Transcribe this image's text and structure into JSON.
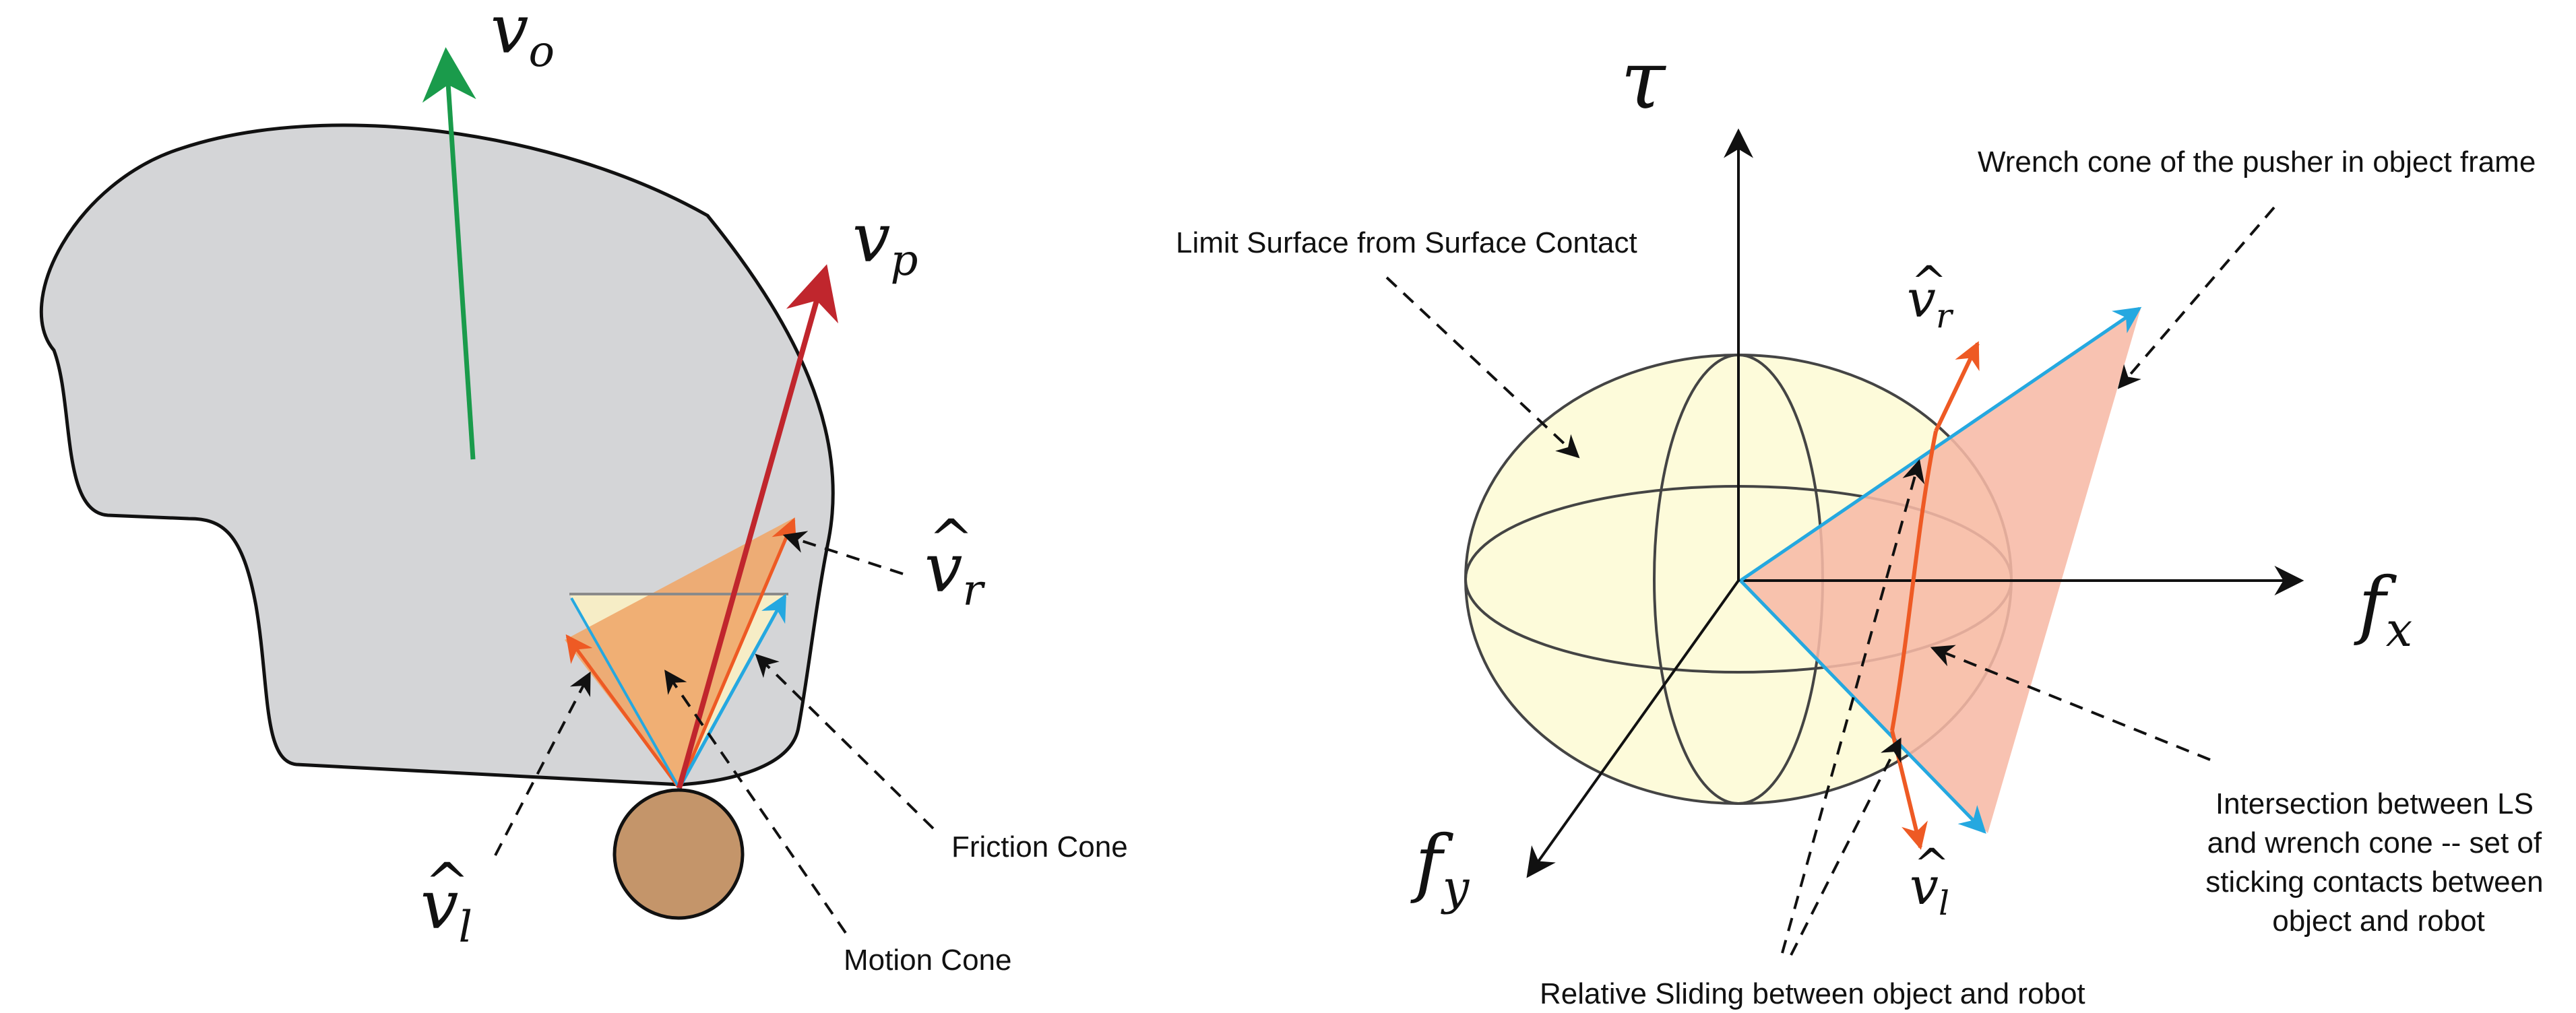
{
  "left_diagram": {
    "labels": {
      "v_o": {
        "base": "v",
        "sub": "o"
      },
      "v_p": {
        "base": "v",
        "sub": "p"
      },
      "v_r_hat": {
        "base": "v",
        "sub": "r",
        "hat": "^"
      },
      "v_l_hat": {
        "base": "v",
        "sub": "l",
        "hat": "^"
      },
      "friction_cone": "Friction Cone",
      "motion_cone": "Motion Cone"
    }
  },
  "right_diagram": {
    "labels": {
      "tau": "τ",
      "f_x": {
        "base": "f",
        "sub": "x"
      },
      "f_y": {
        "base": "f",
        "sub": "y"
      },
      "v_r_hat": {
        "base": "v",
        "sub": "r",
        "hat": "^"
      },
      "v_l_hat": {
        "base": "v",
        "sub": "l",
        "hat": "^"
      },
      "limit_surface": "Limit Surface from Surface Contact",
      "wrench_cone": "Wrench cone of the pusher in object frame",
      "intersection_lines": [
        "Intersection between LS",
        "and wrench cone -- set of",
        "sticking contacts between",
        "object and robot"
      ],
      "relative_sliding": "Relative Sliding between object and robot"
    }
  },
  "colors": {
    "object_fill": "#d4d5d7",
    "pusher_fill": "#c4956a",
    "v_o_green": "#1a9b4b",
    "v_p_red": "#c0262d",
    "motion_orange": "#ee5a24",
    "friction_blue": "#25a8e0",
    "cone_fill": "#f0a76a",
    "ellipsoid_fill": "#fdfbda",
    "wrench_fill": "#f7b9a6"
  }
}
